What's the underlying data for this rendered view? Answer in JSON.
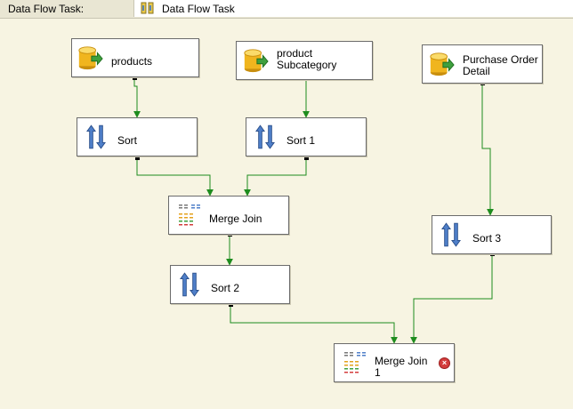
{
  "toolbar": {
    "task_label": "Data Flow Task:",
    "task_value": "Data Flow Task"
  },
  "components": {
    "products": {
      "label": "products",
      "icon": "database-source-icon"
    },
    "product_subcategory": {
      "label_line1": "product",
      "label_line2": "Subcategory",
      "icon": "database-source-icon"
    },
    "purchase_order_detail": {
      "label_line1": "Purchase Order",
      "label_line2": "Detail",
      "icon": "database-source-icon"
    },
    "sort": {
      "label": "Sort",
      "icon": "sort-icon"
    },
    "sort_1": {
      "label": "Sort 1",
      "icon": "sort-icon"
    },
    "merge_join": {
      "label": "Merge Join",
      "icon": "merge-join-icon"
    },
    "sort_2": {
      "label": "Sort 2",
      "icon": "sort-icon"
    },
    "sort_3": {
      "label": "Sort 3",
      "icon": "sort-icon"
    },
    "merge_join_1": {
      "label_line1": "Merge Join",
      "label_line2": "1",
      "icon": "merge-join-icon",
      "status": "error"
    }
  },
  "colors": {
    "canvas": "#f7f4e2",
    "flow_path": "#1e8c1e",
    "error": "#d33c3c"
  }
}
